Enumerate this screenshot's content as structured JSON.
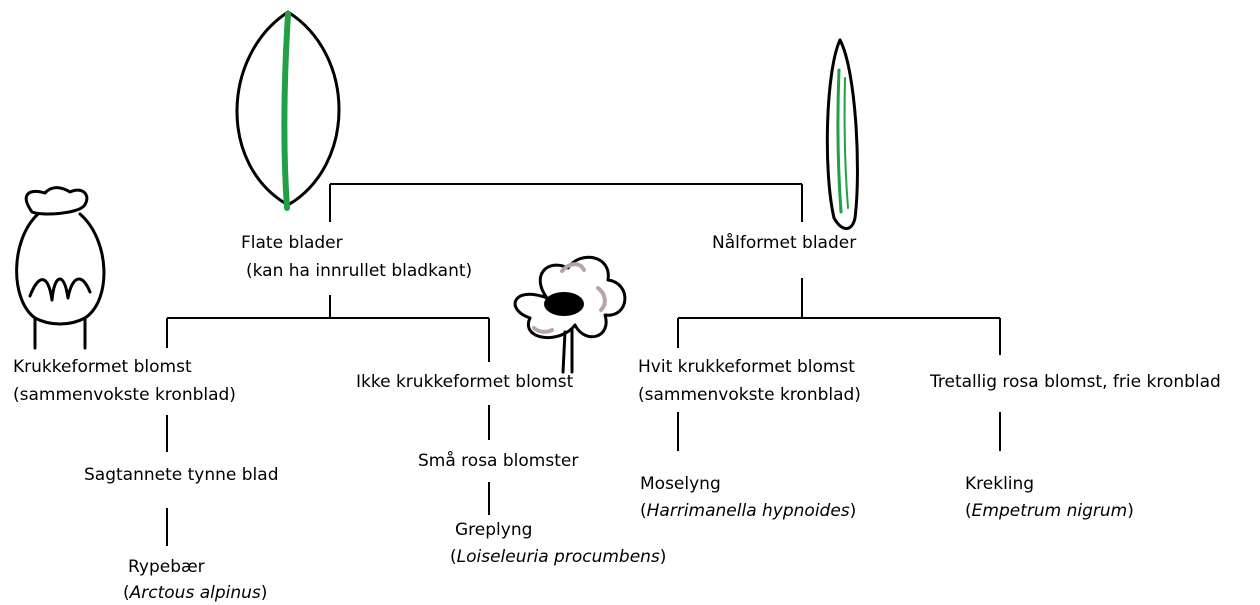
{
  "colors": {
    "line": "#000000",
    "leaf_vein": "#22a045",
    "petal_mark": "#b8a4a8",
    "flower_center": "#000000"
  },
  "icons": [
    "flat-leaf-icon",
    "needle-leaf-icon",
    "urn-flower-icon",
    "open-flower-icon"
  ],
  "nodes": {
    "flat_leaves": {
      "label": "Flate blader",
      "sub": "(kan ha innrullet bladkant)"
    },
    "needle_leaves": {
      "label": "Nålformet blader"
    },
    "urn_flower": {
      "label": "Krukkeformet blomst",
      "sub": "(sammenvokste kronblad)"
    },
    "not_urn_flower": {
      "label": "Ikke krukkeformet blomst"
    },
    "white_urn_flower": {
      "label": "Hvit krukkeformet blomst",
      "sub": "(sammenvokste kronblad)"
    },
    "three_part_pink": {
      "label": "Tretallig rosa blomst, frie kronblad"
    },
    "serrated_leaves": {
      "label": "Sagtannete tynne blad"
    },
    "small_pink": {
      "label": "Små rosa blomster"
    }
  },
  "species": {
    "rypebaer": {
      "name": "Rypebær",
      "latin": "Arctous alpinus"
    },
    "greplyng": {
      "name": "Greplyng",
      "latin": "Loiseleuria procumbens"
    },
    "moselyng": {
      "name": "Moselyng",
      "latin": "Harrimanella hypnoides"
    },
    "krekling": {
      "name": "Krekling",
      "latin": "Empetrum nigrum"
    }
  }
}
